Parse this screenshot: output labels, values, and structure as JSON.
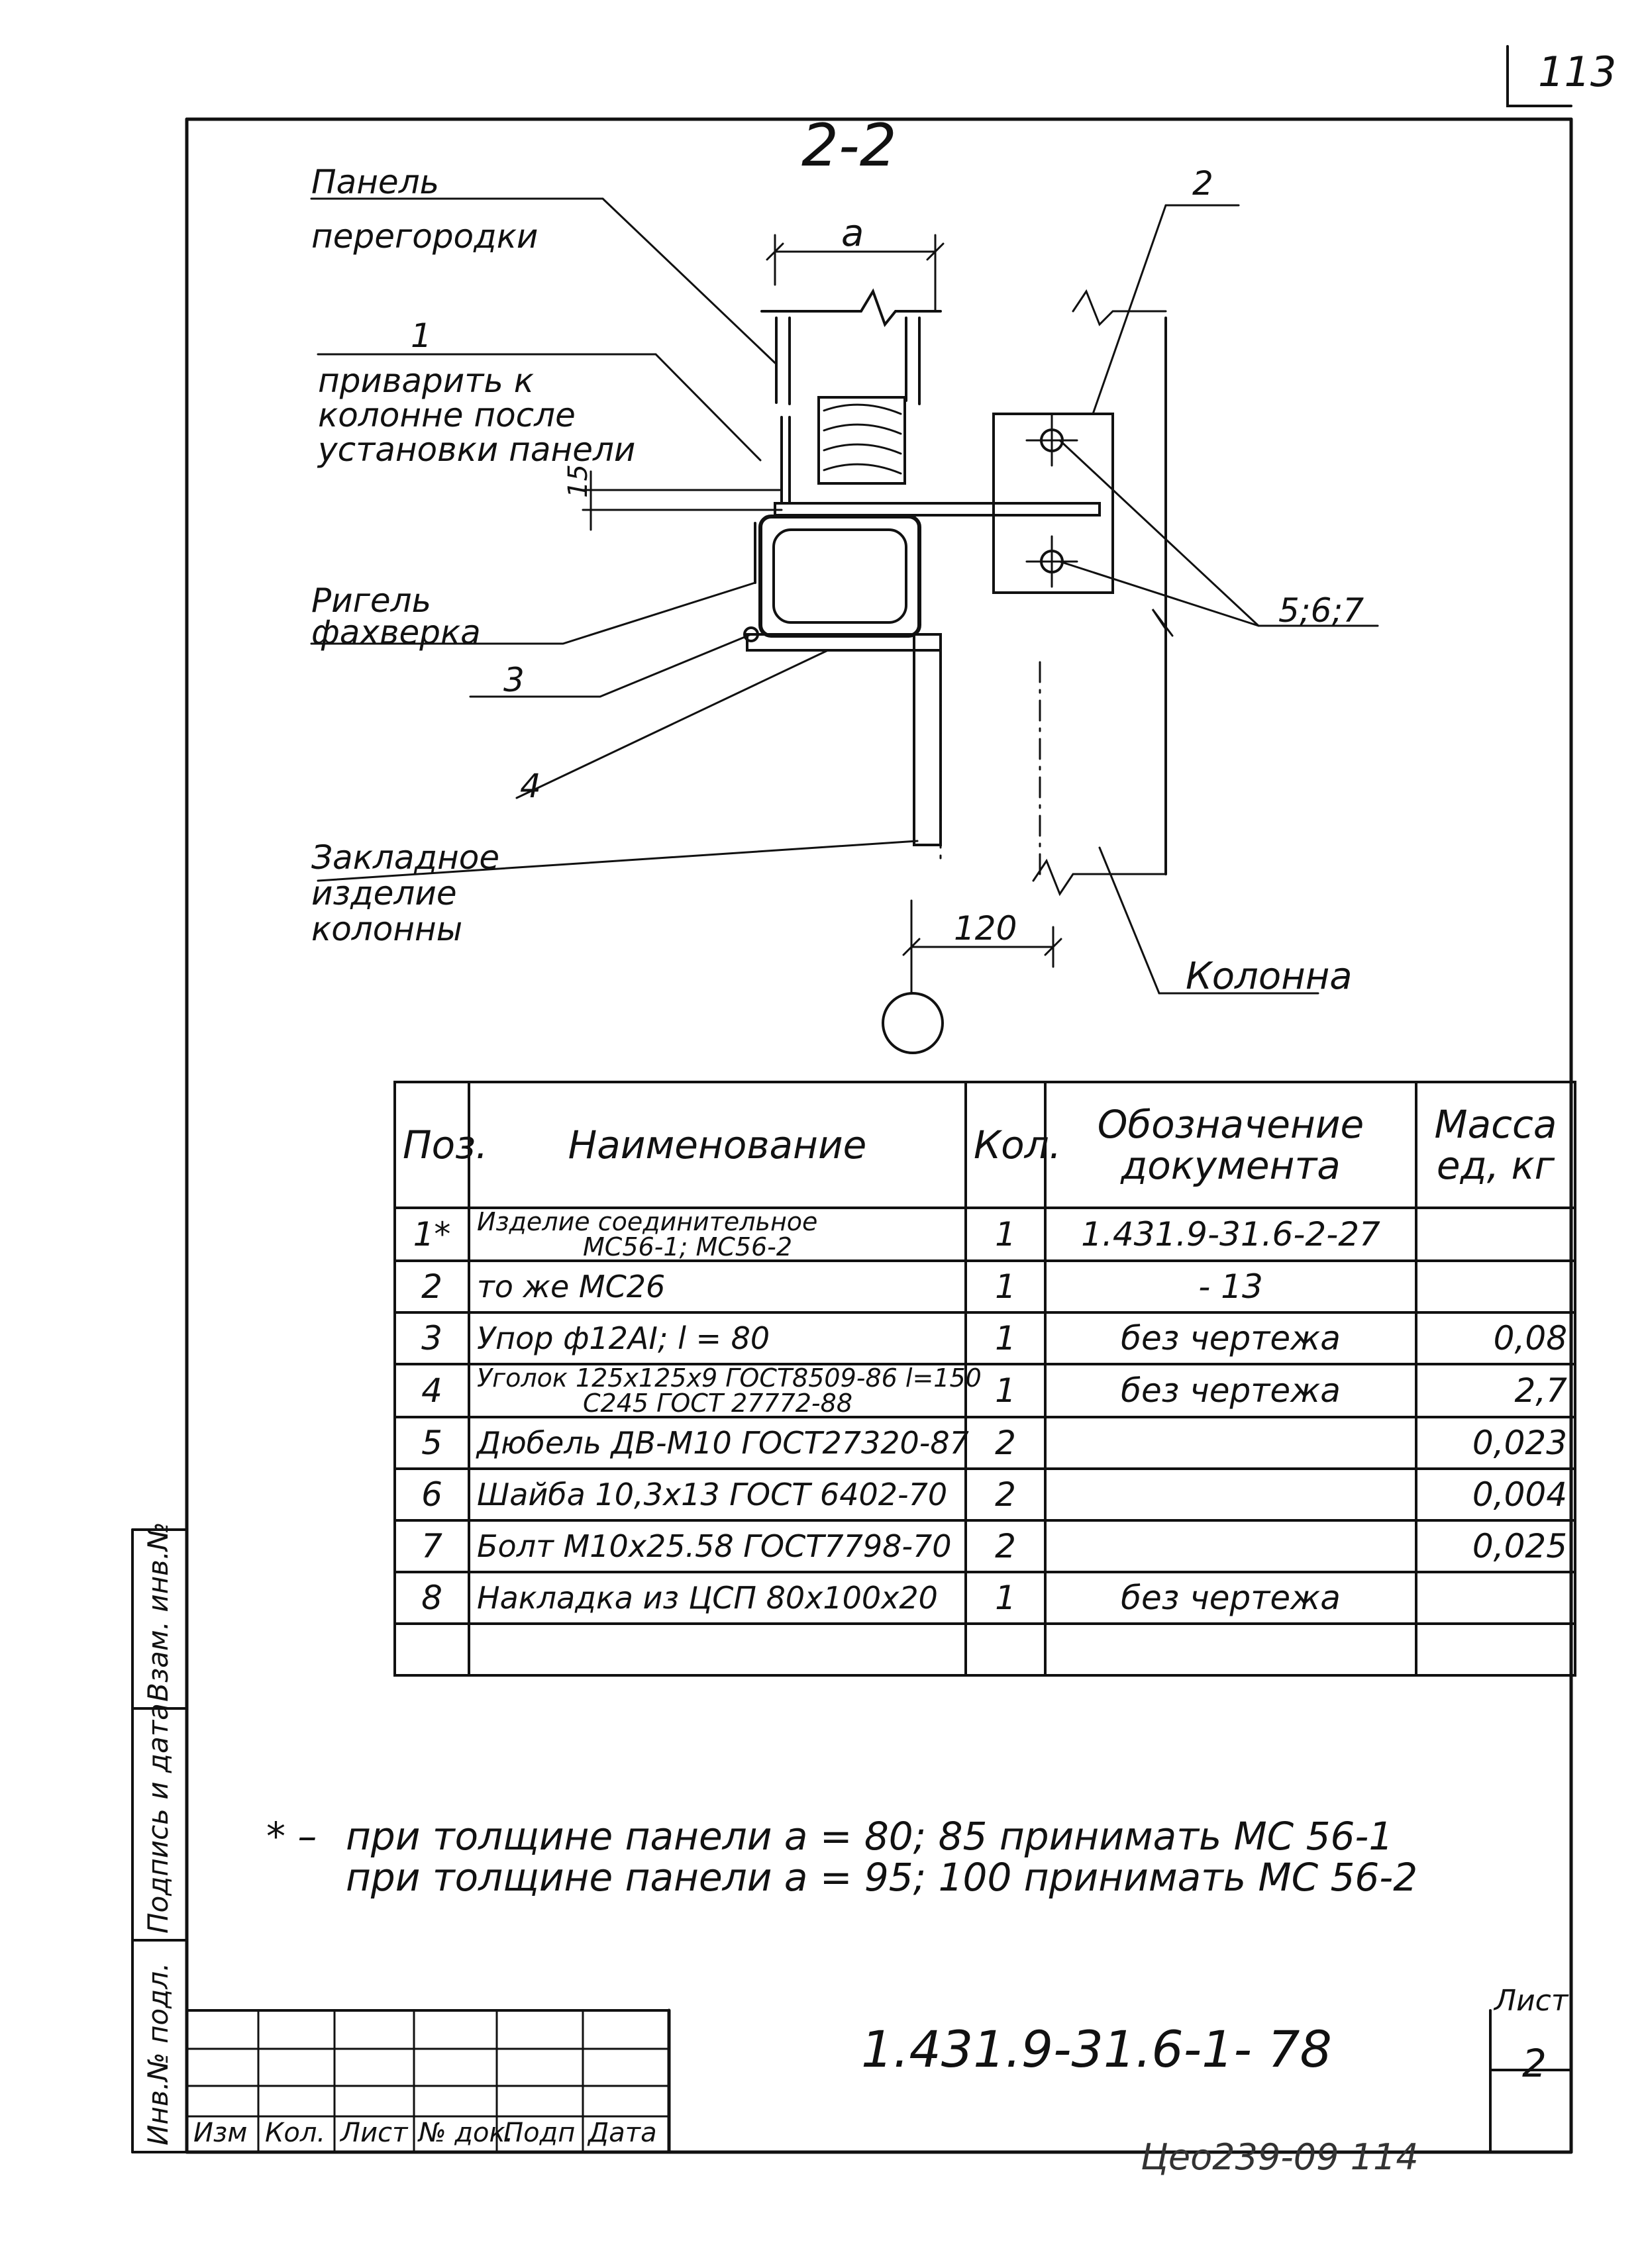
{
  "page_number": "113",
  "section_label": "2-2",
  "callouts": {
    "panel": "Панель",
    "panel2": "перегородки",
    "item1_num": "1",
    "item1_l1": "приварить к",
    "item1_l2": "колонне после",
    "item1_l3": "установки панели",
    "dim_15": "15",
    "girder_l1": "Ригель",
    "girder_l2": "фахверка",
    "item3": "3",
    "item4": "4",
    "embedded_l1": "Закладное",
    "embedded_l2": "изделие",
    "embedded_l3": "колонны",
    "item2": "2",
    "items_567": "5;6;7",
    "dim_a": "а",
    "dim_120": "120",
    "column": "Колонна"
  },
  "table": {
    "headers": {
      "pos": "Поз.",
      "name": "Наименование",
      "qty": "Кол.",
      "doc_l1": "Обозначение",
      "doc_l2": "документа",
      "mass_l1": "Масса",
      "mass_l2": "ед, кг"
    },
    "rows": [
      {
        "pos": "1*",
        "name": "Изделие соединительное",
        "name2": "МС56-1; МС56-2",
        "qty": "1",
        "doc": "1.431.9-31.6-2-27",
        "mass": ""
      },
      {
        "pos": "2",
        "name": "то же      МС26",
        "name2": "",
        "qty": "1",
        "doc": "- 13",
        "mass": ""
      },
      {
        "pos": "3",
        "name": "Упор ф12АI; l = 80",
        "name2": "",
        "qty": "1",
        "doc": "без чертежа",
        "mass": "0,08"
      },
      {
        "pos": "4",
        "name": "Уголок 125х125х9 ГОСТ8509-86 l=150",
        "name2": "С245 ГОСТ 27772-88",
        "qty": "1",
        "doc": "без чертежа",
        "mass": "2,7"
      },
      {
        "pos": "5",
        "name": "Дюбель ДВ-М10 ГОСТ27320-87",
        "name2": "",
        "qty": "2",
        "doc": "",
        "mass": "0,023"
      },
      {
        "pos": "6",
        "name": "Шайба 10,3х13 ГОСТ 6402-70",
        "name2": "",
        "qty": "2",
        "doc": "",
        "mass": "0,004"
      },
      {
        "pos": "7",
        "name": "Болт М10х25.58 ГОСТ7798-70",
        "name2": "",
        "qty": "2",
        "doc": "",
        "mass": "0,025"
      },
      {
        "pos": "8",
        "name": "Накладка из ЦСП 80х100х20",
        "name2": "",
        "qty": "1",
        "doc": "без чертежа",
        "mass": ""
      },
      {
        "pos": "",
        "name": "",
        "name2": "",
        "qty": "",
        "doc": "",
        "mass": ""
      }
    ]
  },
  "footnote": {
    "star": "* –",
    "line1": "при толщине панели а = 80; 85 принимать МС 56-1",
    "line2": "при толщине панели а = 95; 100 принимать МС 56-2"
  },
  "side_stamp": {
    "inv_orig": "Инв.№ подл.",
    "sign_date": "Подпись и дата",
    "replace_inv": "Взам. инв.№"
  },
  "title_block": {
    "izm": "Изм",
    "kol": "Кол.",
    "list": "Лист",
    "ndok": "№ док.",
    "podp": "Подп",
    "data": "Дата",
    "designation": "1.431.9-31.6-1- 78",
    "sheet_label": "Лист",
    "sheet_value": "2"
  },
  "archive_code": "Цео239-09   114"
}
